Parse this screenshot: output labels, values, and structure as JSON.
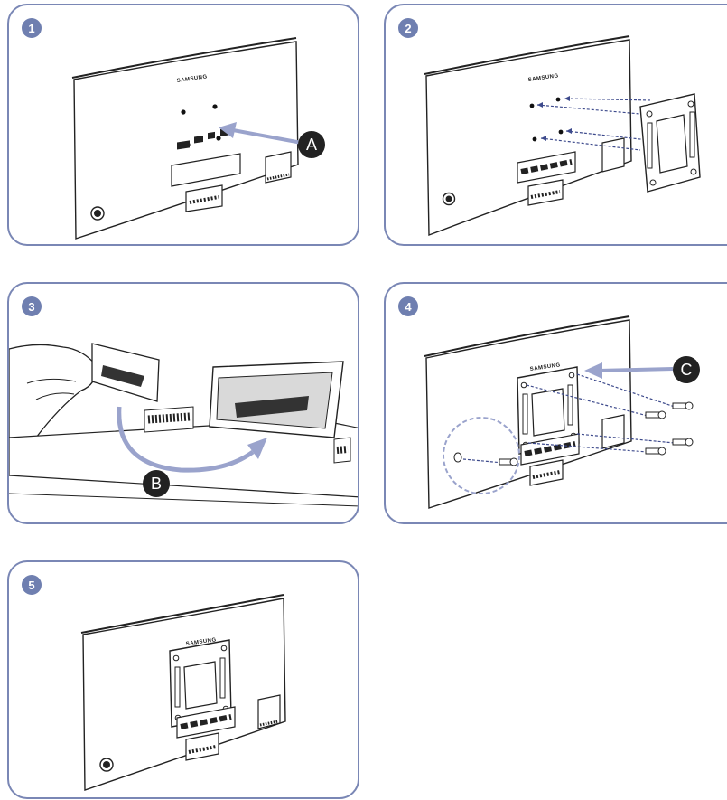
{
  "colors": {
    "frame": "#7a87b5",
    "badge": "#6f7fb0",
    "arrow": "#9aa3cc",
    "dash": "#3d4a8c",
    "ink": "#222222"
  },
  "steps": [
    {
      "number": "1",
      "callout": "A"
    },
    {
      "number": "2",
      "callout": ""
    },
    {
      "number": "3",
      "callout": "B"
    },
    {
      "number": "4",
      "callout": "C"
    },
    {
      "number": "5",
      "callout": ""
    }
  ],
  "monitor": {
    "logo": "SAMSUNG"
  }
}
